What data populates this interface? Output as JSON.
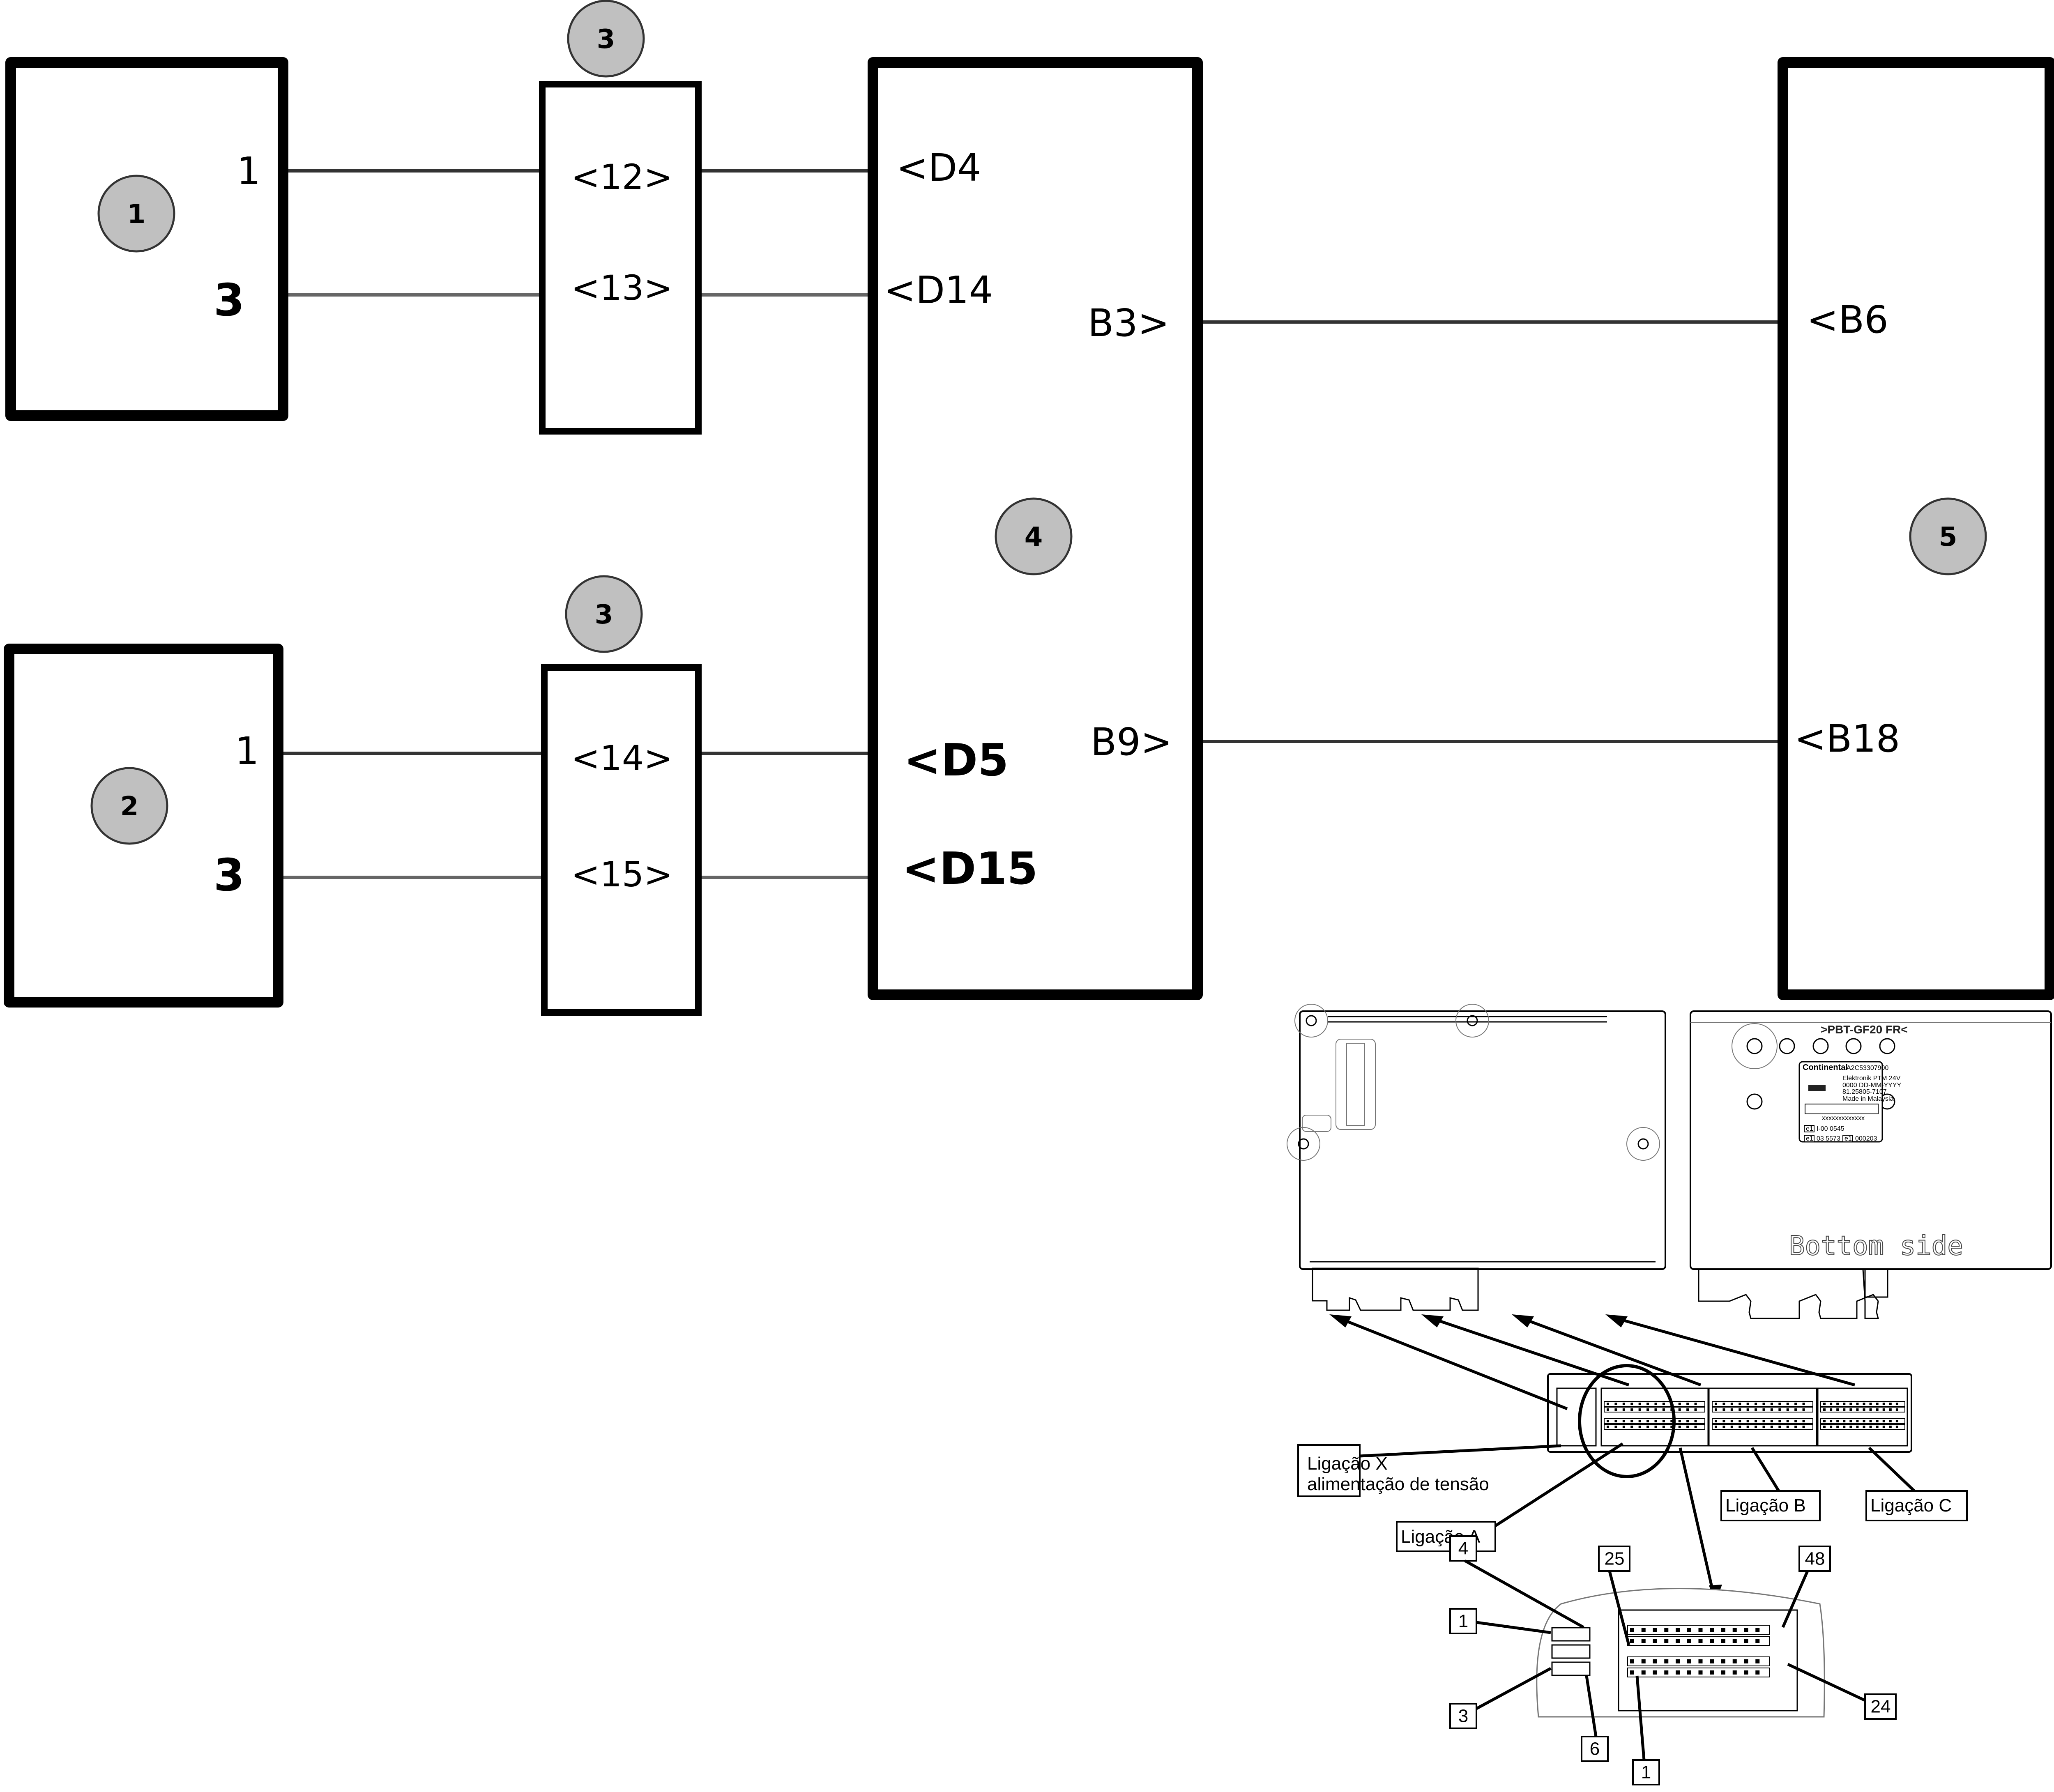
{
  "title": "Wiring diagram — PTM control unit connections",
  "components": [
    {
      "id": "c1",
      "badge": "1",
      "pins": [
        {
          "label": "1",
          "weight": "normal"
        },
        {
          "label": "3",
          "weight": "bold"
        }
      ]
    },
    {
      "id": "c2",
      "badge": "2",
      "pins": [
        {
          "label": "1",
          "weight": "normal"
        },
        {
          "label": "3",
          "weight": "bold"
        }
      ]
    },
    {
      "id": "c3a",
      "badge": "3",
      "pins": [
        {
          "label": "<12>"
        },
        {
          "label": "<13>"
        }
      ]
    },
    {
      "id": "c3b",
      "badge": "3",
      "pins": [
        {
          "label": "<14>"
        },
        {
          "label": "<15>"
        }
      ]
    },
    {
      "id": "c4",
      "badge": "4",
      "left_pins": [
        {
          "label": "<D4",
          "weight": "normal"
        },
        {
          "label": "<D14",
          "weight": "normal"
        },
        {
          "label": "<D5",
          "weight": "bold"
        },
        {
          "label": "<D15",
          "weight": "bold"
        }
      ],
      "right_pins": [
        {
          "label": "B3>"
        },
        {
          "label": "B9>"
        }
      ]
    },
    {
      "id": "c5",
      "badge": "5",
      "pins": [
        {
          "label": "<B6"
        },
        {
          "label": "<B18"
        }
      ]
    }
  ],
  "wires": [
    {
      "from": "1:1",
      "via": "<12>",
      "to": "<D4"
    },
    {
      "from": "1:3",
      "via": "<13>",
      "to": "<D14"
    },
    {
      "from": "2:1",
      "via": "<14>",
      "to": "<D5"
    },
    {
      "from": "2:3",
      "via": "<15>",
      "to": "<D15"
    },
    {
      "from": "B3>",
      "to": "<B6"
    },
    {
      "from": "B9>",
      "to": "<B18"
    }
  ],
  "unit_drawing": {
    "bottom_view": {
      "material_mark": ">PBT-GF20  FR<",
      "side_label": "Bottom side",
      "plate": {
        "maker": "Continental",
        "part_number": "A2C53307900",
        "line1": "Elektronik  PTM  24V",
        "line2": "0000    DD-MM-YYYY",
        "line3": "81.25805-7107",
        "line4": "Made  in  Malaysia",
        "serial": "xxxxxxxxxxxxx",
        "brand_logo": "MAN",
        "approval_mark": "e1",
        "approval_1": "I-00  0545",
        "approval_2": "03  5573",
        "approval_3": "000203"
      }
    },
    "callouts": {
      "conn_x": [
        "Ligação X",
        "alimentação de tensão"
      ],
      "conn_a": "Ligação A",
      "conn_b": "Ligação B",
      "conn_c": "Ligação C"
    },
    "pin_numbers": {
      "x_top_left": "1",
      "x_top_right": "4",
      "x_bottom_left": "3",
      "x_bottom_right": "6",
      "a_top_left": "25",
      "a_top_right": "48",
      "a_bottom_left": "1",
      "a_bottom_right": "24"
    }
  }
}
